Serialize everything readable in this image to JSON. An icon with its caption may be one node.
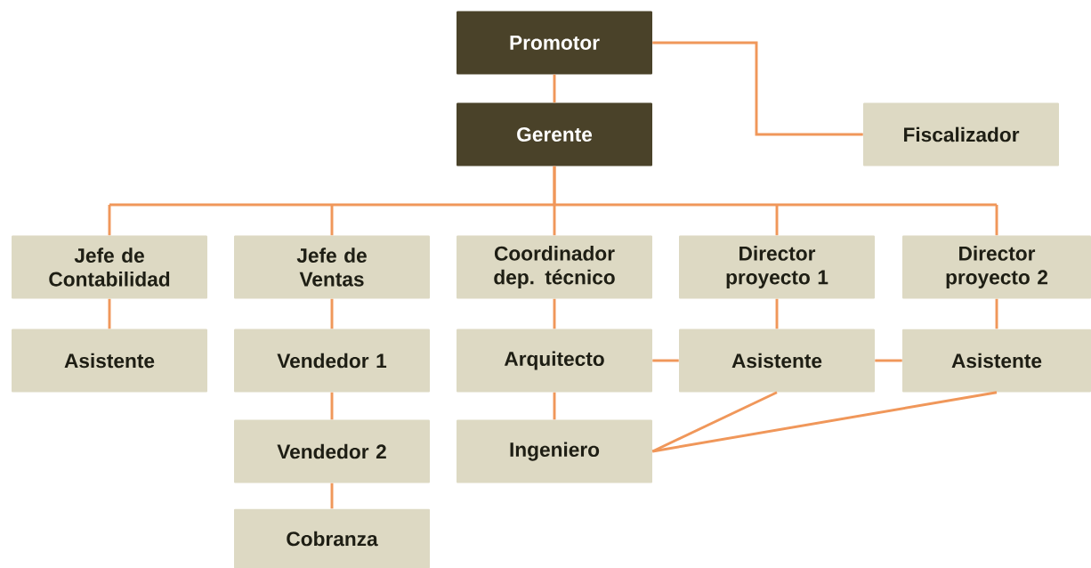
{
  "diagram": {
    "nodes": [
      {
        "text": [
          "Promotor"
        ]
      },
      {
        "text": [
          "Gerente"
        ]
      },
      {
        "text": [
          "Fiscalizador"
        ]
      },
      {
        "text": [
          "Jefe de Contabilidad"
        ]
      },
      {
        "text": [
          "Jefe de Ventas"
        ]
      },
      {
        "text": [
          "Coordinador dep. técnico"
        ]
      },
      {
        "text": [
          "Director proyecto 1"
        ]
      },
      {
        "text": [
          "Director proyecto 2"
        ]
      },
      {
        "text": [
          "Asistente"
        ]
      },
      {
        "text": [
          "Vendedor 1"
        ]
      },
      {
        "text": [
          "Arquitecto"
        ]
      },
      {
        "text": [
          "Asistente"
        ]
      },
      {
        "text": [
          "Asistente"
        ]
      },
      {
        "text": [
          "Vendedor 2"
        ]
      },
      {
        "text": [
          "Ingeniero"
        ]
      },
      {
        "text": [
          "Cobranza"
        ]
      }
    ],
    "edges": [
      {
        "from": 0,
        "to": 1,
        "arrow": "none"
      },
      {
        "from": 0,
        "to": 2,
        "arrow": "none"
      },
      {
        "from": 1,
        "to": 3,
        "arrow": "none"
      },
      {
        "from": 1,
        "to": 4,
        "arrow": "none"
      },
      {
        "from": 1,
        "to": 5,
        "arrow": "none"
      },
      {
        "from": 1,
        "to": 6,
        "arrow": "none"
      },
      {
        "from": 1,
        "to": 7,
        "arrow": "none"
      },
      {
        "from": 3,
        "to": 8,
        "arrow": "none"
      },
      {
        "from": 4,
        "to": 9,
        "arrow": "none"
      },
      {
        "from": 9,
        "to": 13,
        "arrow": "none"
      },
      {
        "from": 13,
        "to": 15,
        "arrow": "none"
      },
      {
        "from": 5,
        "to": 10,
        "arrow": "none"
      },
      {
        "from": 10,
        "to": 14,
        "arrow": "none"
      },
      {
        "from": 6,
        "to": 11,
        "arrow": "none"
      },
      {
        "from": 7,
        "to": 12,
        "arrow": "none"
      },
      {
        "from": 10,
        "to": 11,
        "arrow": "none"
      },
      {
        "from": 11,
        "to": 12,
        "arrow": "none"
      },
      {
        "from": 11,
        "to": 14,
        "arrow": "none"
      },
      {
        "from": 12,
        "to": 14,
        "arrow": "none"
      }
    ]
  }
}
